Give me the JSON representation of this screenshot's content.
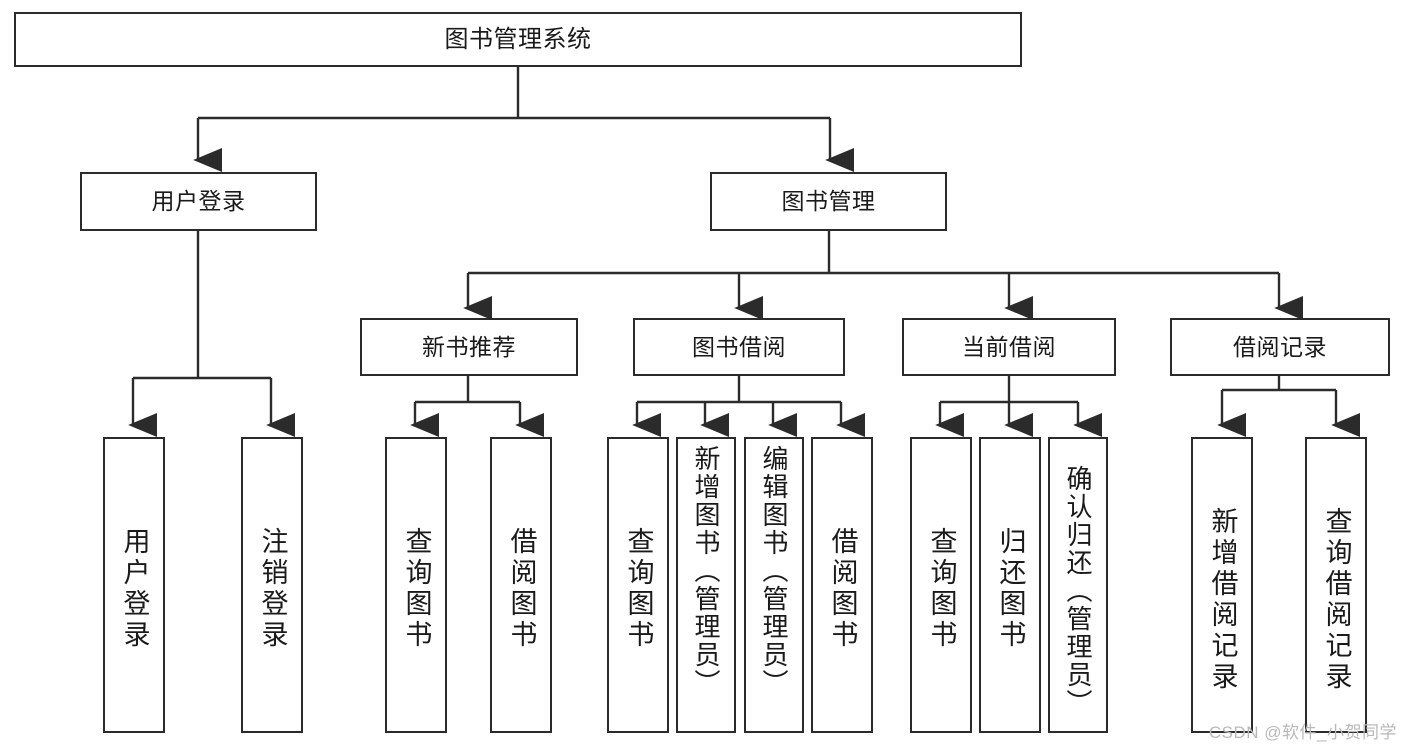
{
  "diagram": {
    "type": "tree-hierarchy-flowchart",
    "title": "图书管理系统",
    "levels": [
      {
        "level": 0,
        "nodes": [
          {
            "id": "root",
            "label": "图书管理系统",
            "orientation": "horizontal"
          }
        ]
      },
      {
        "level": 1,
        "nodes": [
          {
            "id": "login",
            "label": "用户登录",
            "orientation": "horizontal",
            "parent": "root"
          },
          {
            "id": "bookmgmt",
            "label": "图书管理",
            "orientation": "horizontal",
            "parent": "root"
          }
        ]
      },
      {
        "level": 2,
        "nodes": [
          {
            "id": "newbook",
            "label": "新书推荐",
            "orientation": "horizontal",
            "parent": "bookmgmt"
          },
          {
            "id": "borrow",
            "label": "图书借阅",
            "orientation": "horizontal",
            "parent": "bookmgmt"
          },
          {
            "id": "current",
            "label": "当前借阅",
            "orientation": "horizontal",
            "parent": "bookmgmt"
          },
          {
            "id": "records",
            "label": "借阅记录",
            "orientation": "horizontal",
            "parent": "bookmgmt"
          }
        ]
      },
      {
        "level": 3,
        "nodes": [
          {
            "id": "leaf1",
            "label": "用户登录",
            "orientation": "vertical",
            "parent": "login"
          },
          {
            "id": "leaf2",
            "label": "注销登录",
            "orientation": "vertical",
            "parent": "login"
          },
          {
            "id": "leaf3",
            "label": "查询图书",
            "orientation": "vertical",
            "parent": "newbook"
          },
          {
            "id": "leaf4",
            "label": "借阅图书",
            "orientation": "vertical",
            "parent": "newbook"
          },
          {
            "id": "leaf5",
            "label": "查询图书",
            "orientation": "vertical",
            "parent": "borrow"
          },
          {
            "id": "leaf6",
            "label": "新增图书（管理员）",
            "orientation": "vertical",
            "parent": "borrow"
          },
          {
            "id": "leaf7",
            "label": "编辑图书（管理员）",
            "orientation": "vertical",
            "parent": "borrow"
          },
          {
            "id": "leaf8",
            "label": "借阅图书",
            "orientation": "vertical",
            "parent": "borrow"
          },
          {
            "id": "leaf9",
            "label": "查询图书",
            "orientation": "vertical",
            "parent": "current"
          },
          {
            "id": "leaf10",
            "label": "归还图书",
            "orientation": "vertical",
            "parent": "current"
          },
          {
            "id": "leaf11",
            "label": "确认归还（管理员）",
            "orientation": "vertical",
            "parent": "current"
          },
          {
            "id": "leaf12",
            "label": "新增借阅记录",
            "orientation": "vertical",
            "parent": "records"
          },
          {
            "id": "leaf13",
            "label": "查询借阅记录",
            "orientation": "vertical",
            "parent": "records"
          }
        ]
      }
    ],
    "colors": {
      "stroke": "#2b2b2b",
      "fill": "#ffffff",
      "text": "#1a1a1a",
      "watermark": "#b9b9b9"
    }
  },
  "watermark": {
    "text": "CSDN @软件_小贺同学"
  }
}
